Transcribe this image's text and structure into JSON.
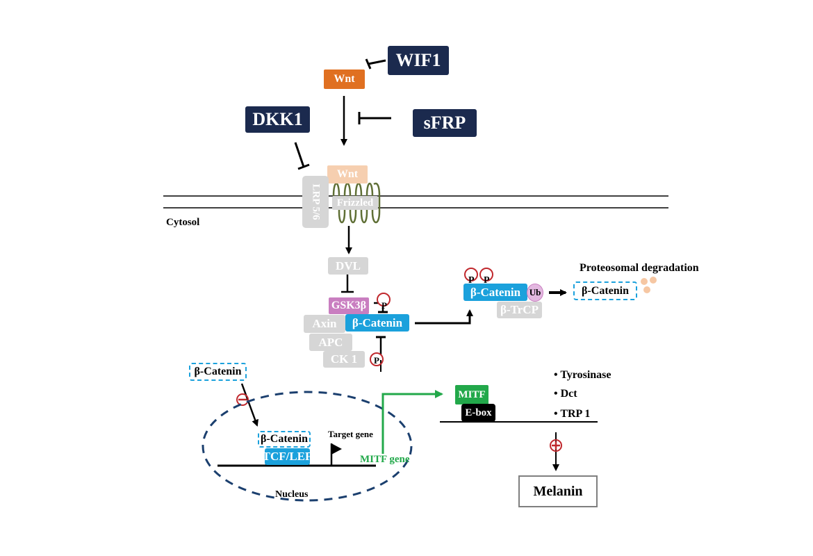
{
  "inhibitors": {
    "wif1": "WIF1",
    "dkk1": "DKK1",
    "sfrp": "sFRP"
  },
  "ligand": {
    "wnt_top": "Wnt",
    "wnt_bound": "Wnt"
  },
  "receptors": {
    "lrp": "LRP 5/6",
    "frizzled": "Frizzled"
  },
  "cytosol_label": "Cytosol",
  "complex": {
    "dvl": "DVL",
    "gsk3b": "GSK3β",
    "beta_catenin": "β-Catenin",
    "axin": "Axin",
    "apc": "APC",
    "ck1": "CK 1",
    "phospho": "P"
  },
  "degradation": {
    "title": "Proteosomal degradation",
    "beta_catenin": "β-Catenin",
    "ub": "Ub",
    "btrcp": "β-TrCP",
    "p1": "P",
    "p2": "P"
  },
  "nucleus": {
    "label": "Nucleus",
    "beta_catenin_free": "β-Catenin",
    "beta_catenin_bound": "β-Catenin",
    "tcf_lef": "TCF/LEF",
    "target_gene": "Target gene",
    "mitf_gene": "MITF gene"
  },
  "melanogenesis": {
    "mitf": "MITF",
    "ebox": "E-box",
    "genes": [
      "• Tyrosinase",
      "• Dct",
      "• TRP 1"
    ],
    "melanin": "Melanin"
  },
  "colors": {
    "navy": "#1b2a4e",
    "orange": "#e07021",
    "peach": "#f6cfb0",
    "grey": "#d6d6d6",
    "blue": "#1ba1dc",
    "magenta": "#c97ec0",
    "green": "#22a84a",
    "red": "#c0282d",
    "nucleus": "#1b3f6e"
  }
}
